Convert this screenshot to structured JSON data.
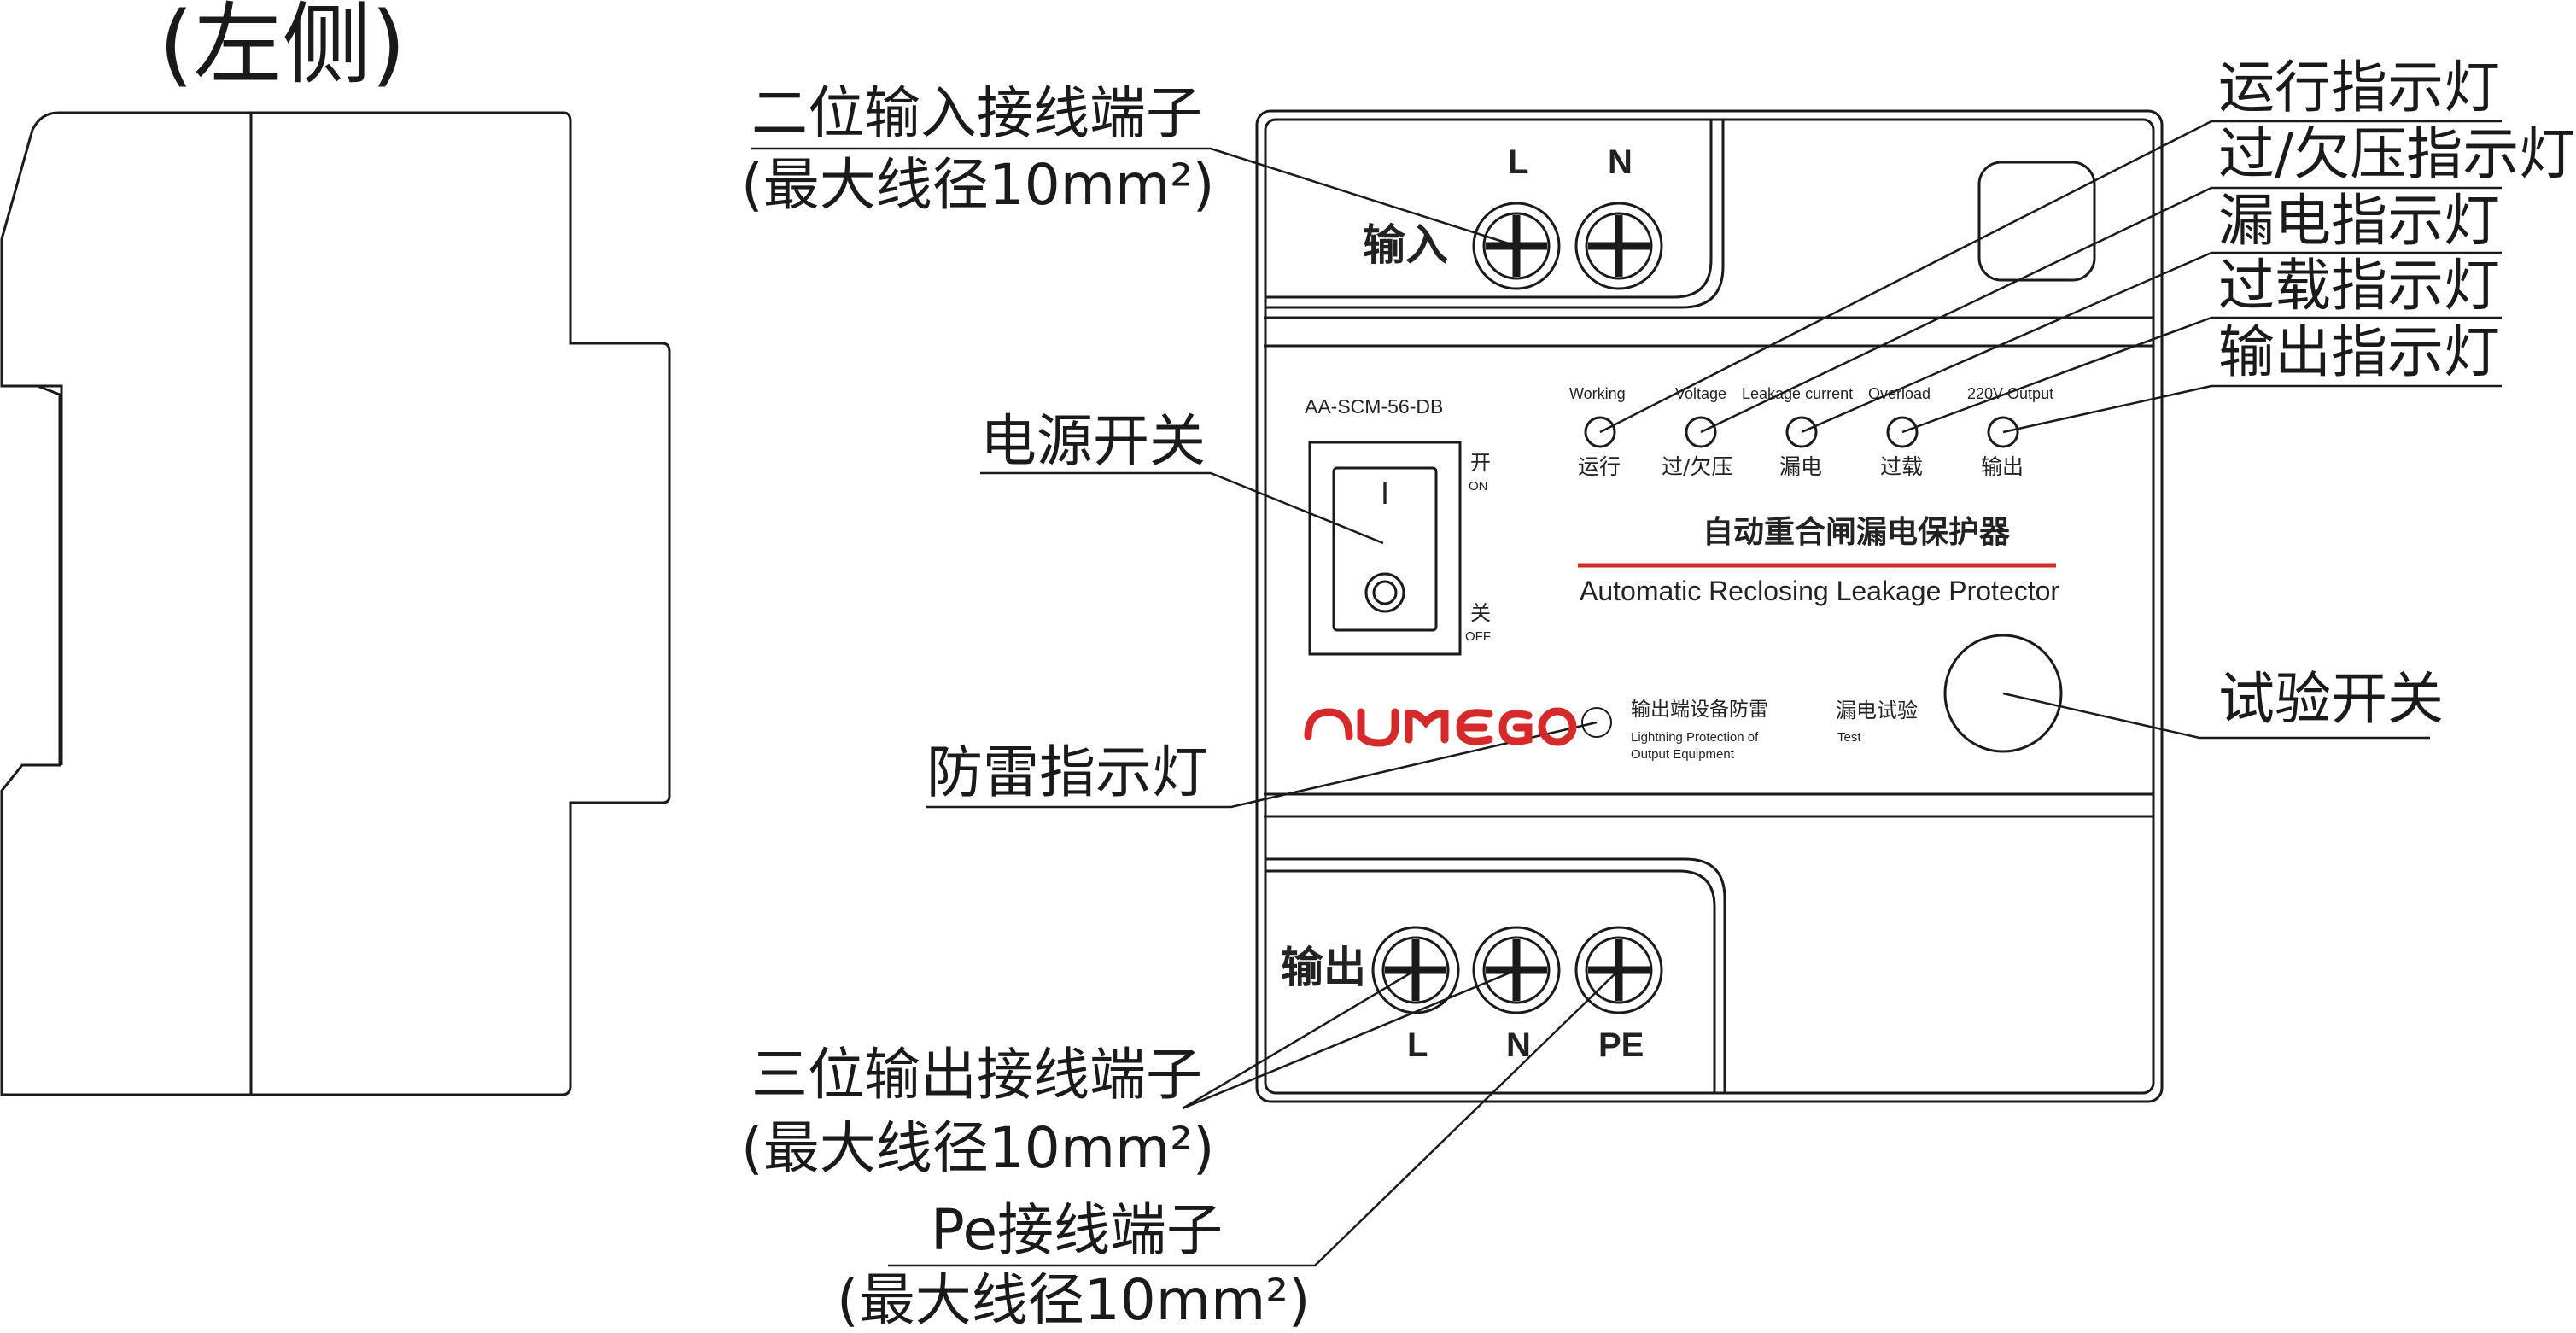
{
  "view_label": "(左侧)",
  "callouts": {
    "input_terminal_title": "二位输入接线端子",
    "input_terminal_note": "(最大线径10mm²)",
    "power_switch": "电源开关",
    "lightning_led": "防雷指示灯",
    "output_terminal_title": "三位输出接线端子",
    "output_terminal_note": "(最大线径10mm²)",
    "pe_terminal_title": "Pe接线端子",
    "pe_terminal_note": "(最大线径10mm²)",
    "run_led": "运行指示灯",
    "voltage_led": "过/欠压指示灯",
    "leakage_led": "漏电指示灯",
    "overload_led": "过载指示灯",
    "output_led": "输出指示灯",
    "test_switch": "试验开关"
  },
  "device": {
    "model": "AA-SCM-56-DB",
    "input_label": "输入",
    "input_L": "L",
    "input_N": "N",
    "switch_on_cn": "开",
    "switch_on_en": "ON",
    "switch_off_cn": "关",
    "switch_off_en": "OFF",
    "switch_on_mark": "I",
    "indicators": [
      {
        "en": "Working",
        "cn": "运行"
      },
      {
        "en": "Voltage",
        "cn": "过/欠压"
      },
      {
        "en": "Leakage current",
        "cn": "漏电"
      },
      {
        "en": "Overload",
        "cn": "过载"
      },
      {
        "en": "220V Output",
        "cn": "输出"
      }
    ],
    "title_cn": "自动重合闸漏电保护器",
    "title_en": "Automatic Reclosing Leakage Protector",
    "brand": "AUMEGO",
    "lightning_cn": "输出端设备防雷",
    "lightning_en_1": "Lightning Protection of",
    "lightning_en_2": "Output Equipment",
    "test_cn": "漏电试验",
    "test_en": "Test",
    "output_label": "输出",
    "output_L": "L",
    "output_N": "N",
    "output_PE": "PE"
  },
  "colors": {
    "line": "#1a1a1a",
    "accent": "#d42a2a"
  }
}
